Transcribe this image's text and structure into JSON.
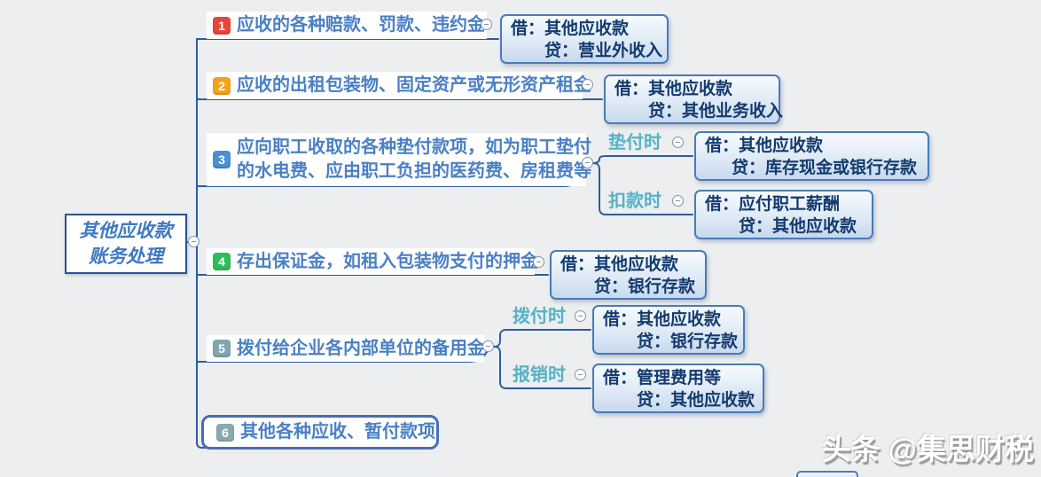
{
  "root_node": {
    "title_line1": "其他应收款",
    "title_line2": "账务处理"
  },
  "branches": [
    {
      "num": "1",
      "label": "应收的各种赔款、罚款、违约金",
      "entry": {
        "debit": "借：其他应收款",
        "credit": "贷：营业外收入"
      }
    },
    {
      "num": "2",
      "label": "应收的出租包装物、固定资产或无形资产租金",
      "entry": {
        "debit": "借：其他应收款",
        "credit": "贷：其他业务收入"
      }
    },
    {
      "num": "3",
      "label_line1": "应向职工收取的各种垫付款项，如为职工垫付",
      "label_line2": "的水电费、应由职工负担的医药费、房租费等",
      "cases": [
        {
          "label": "垫付时",
          "entry": {
            "debit": "借：其他应收款",
            "credit": "贷：库存现金或银行存款"
          }
        },
        {
          "label": "扣款时",
          "entry": {
            "debit": "借：应付职工薪酬",
            "credit": "贷：其他应收款"
          }
        }
      ]
    },
    {
      "num": "4",
      "label": "存出保证金，如租入包装物支付的押金",
      "entry": {
        "debit": "借：其他应收款",
        "credit": "贷：银行存款"
      }
    },
    {
      "num": "5",
      "label": "拨付给企业各内部单位的备用金",
      "cases": [
        {
          "label": "拨付时",
          "entry": {
            "debit": "借：其他应收款",
            "credit": "贷：银行存款"
          }
        },
        {
          "label": "报销时",
          "entry": {
            "debit": "借：管理费用等",
            "credit": "贷：其他应收款"
          }
        }
      ]
    },
    {
      "num": "6",
      "label": "其他各种应收、暂付款项"
    }
  ],
  "watermark": "头条 @集思财税",
  "colors": {
    "background": "#eceeef",
    "connector_line": "#2e5c9c",
    "label_text": "#4a80c4",
    "case_label_text": "#55b2c6",
    "entry_text": "#133a6e",
    "entry_border": "#4a7ab8",
    "badge_1": "#e8463b",
    "badge_2": "#f3a41c",
    "badge_3": "#4b8fd5",
    "badge_4": "#2dbd59",
    "badge_5": "#80a7b2",
    "badge_6": "#8aa9b0"
  }
}
